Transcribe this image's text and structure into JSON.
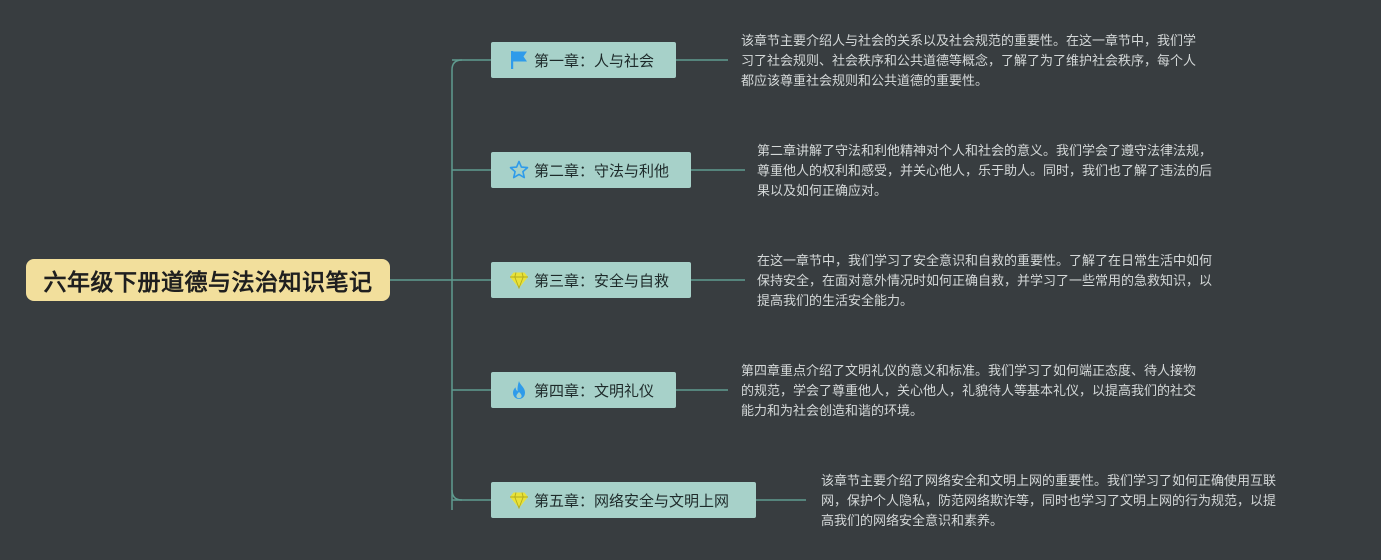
{
  "root": {
    "title": "六年级下册道德与法治知识笔记"
  },
  "chapters": [
    {
      "label": "第一章：人与社会",
      "icon": "flag-icon",
      "icon_color": "#2f9bea",
      "notes": [
        "该章节主要介绍人与社会的关系以及社会规范的重要性。在这一章节中，我们学",
        "习了社会规则、社会秩序和公共道德等概念，了解了为了维护社会秩序，每个人",
        "都应该尊重社会规则和公共道德的重要性。"
      ]
    },
    {
      "label": "第二章：守法与利他",
      "icon": "star-outline-icon",
      "icon_color": "#2f9bea",
      "notes": [
        "第二章讲解了守法和利他精神对个人和社会的意义。我们学会了遵守法律法规，",
        "尊重他人的权利和感受，并关心他人，乐于助人。同时，我们也了解了违法的后",
        "果以及如何正确应对。"
      ]
    },
    {
      "label": "第三章：安全与自救",
      "icon": "diamond-icon",
      "icon_color": "#e9e23a",
      "notes": [
        "在这一章节中，我们学习了安全意识和自救的重要性。了解了在日常生活中如何",
        "保持安全，在面对意外情况时如何正确自救，并学习了一些常用的急救知识，以",
        "提高我们的生活安全能力。"
      ]
    },
    {
      "label": "第四章：文明礼仪",
      "icon": "flame-icon",
      "icon_color": "#2f9bea",
      "notes": [
        "第四章重点介绍了文明礼仪的意义和标准。我们学习了如何端正态度、待人接物",
        "的规范，学会了尊重他人，关心他人，礼貌待人等基本礼仪，以提高我们的社交",
        "能力和为社会创造和谐的环境。"
      ]
    },
    {
      "label": "第五章：网络安全与文明上网",
      "icon": "diamond-icon",
      "icon_color": "#e9e23a",
      "notes": [
        "该章节主要介绍了网络安全和文明上网的重要性。我们学习了如何正确使用互联",
        "网，保护个人隐私，防范网络欺诈等，同时也学习了文明上网的行为规范，以提",
        "高我们的网络安全意识和素养。"
      ]
    }
  ],
  "colors": {
    "background": "#383d40",
    "root_fill": "#f2df9c",
    "chapter_fill": "#a7d1c9",
    "connector": "#5f9b8f",
    "note_text": "#d4d8d8"
  }
}
